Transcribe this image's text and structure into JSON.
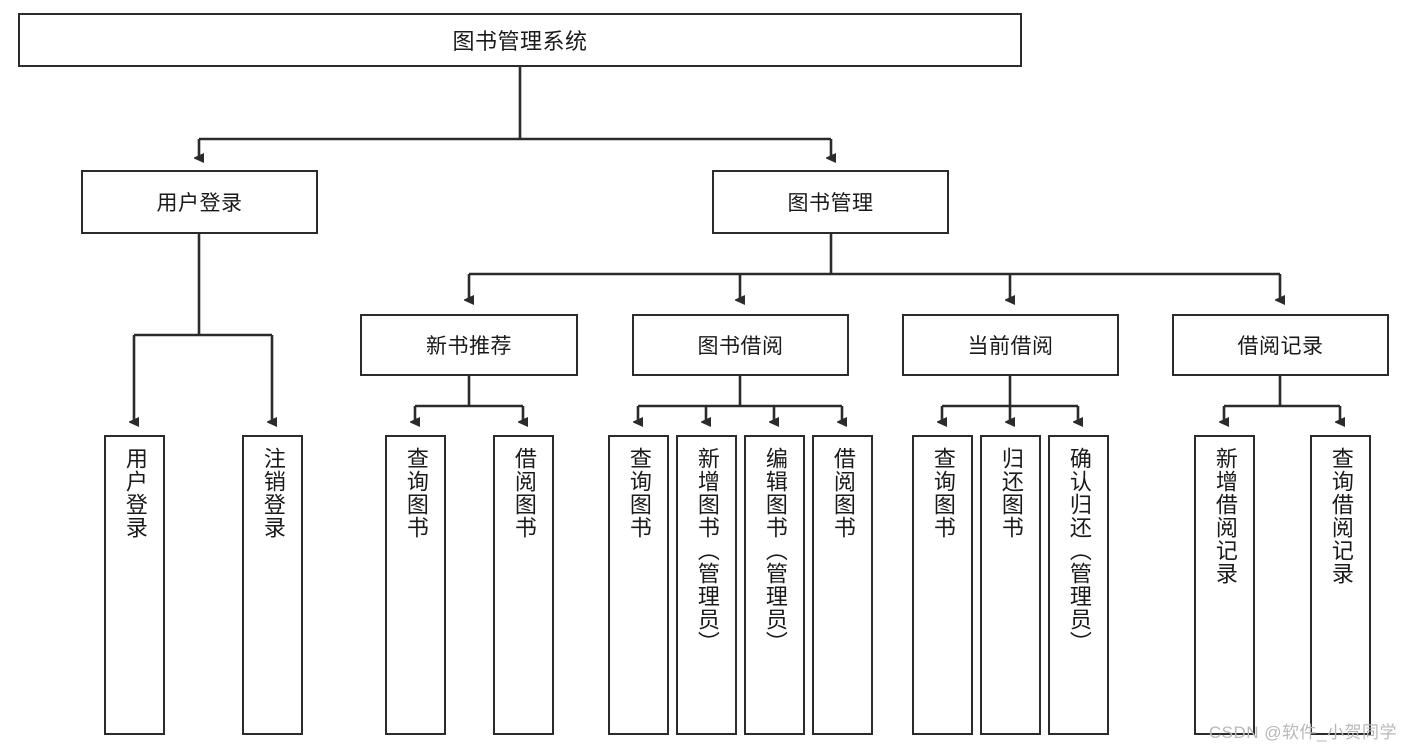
{
  "diagram": {
    "type": "tree-hierarchy",
    "title": "图书管理系统",
    "watermark": "CSDN @软件_小贺同学",
    "colors": {
      "stroke": "#2b2b2b",
      "fill": "#ffffff",
      "text": "#1a1a1a",
      "watermark": "#b8b8b8"
    },
    "levels": {
      "root": {
        "label": "图书管理系统"
      },
      "level2": [
        {
          "label": "用户登录"
        },
        {
          "label": "图书管理"
        }
      ],
      "level3": [
        {
          "label": "新书推荐"
        },
        {
          "label": "图书借阅"
        },
        {
          "label": "当前借阅"
        },
        {
          "label": "借阅记录"
        }
      ],
      "level4": {
        "user_login": [
          {
            "label": "用户登录"
          },
          {
            "label": "注销登录"
          }
        ],
        "new_book": [
          {
            "label": "查询图书"
          },
          {
            "label": "借阅图书"
          }
        ],
        "borrow_book": [
          {
            "label": "查询图书"
          },
          {
            "label": "新增图书（管理员）"
          },
          {
            "label": "编辑图书（管理员）"
          },
          {
            "label": "借阅图书"
          }
        ],
        "current_borrow": [
          {
            "label": "查询图书"
          },
          {
            "label": "归还图书"
          },
          {
            "label": "确认归还（管理员）"
          }
        ],
        "borrow_record": [
          {
            "label": "新增借阅记录"
          },
          {
            "label": "查询借阅记录"
          }
        ]
      }
    }
  }
}
